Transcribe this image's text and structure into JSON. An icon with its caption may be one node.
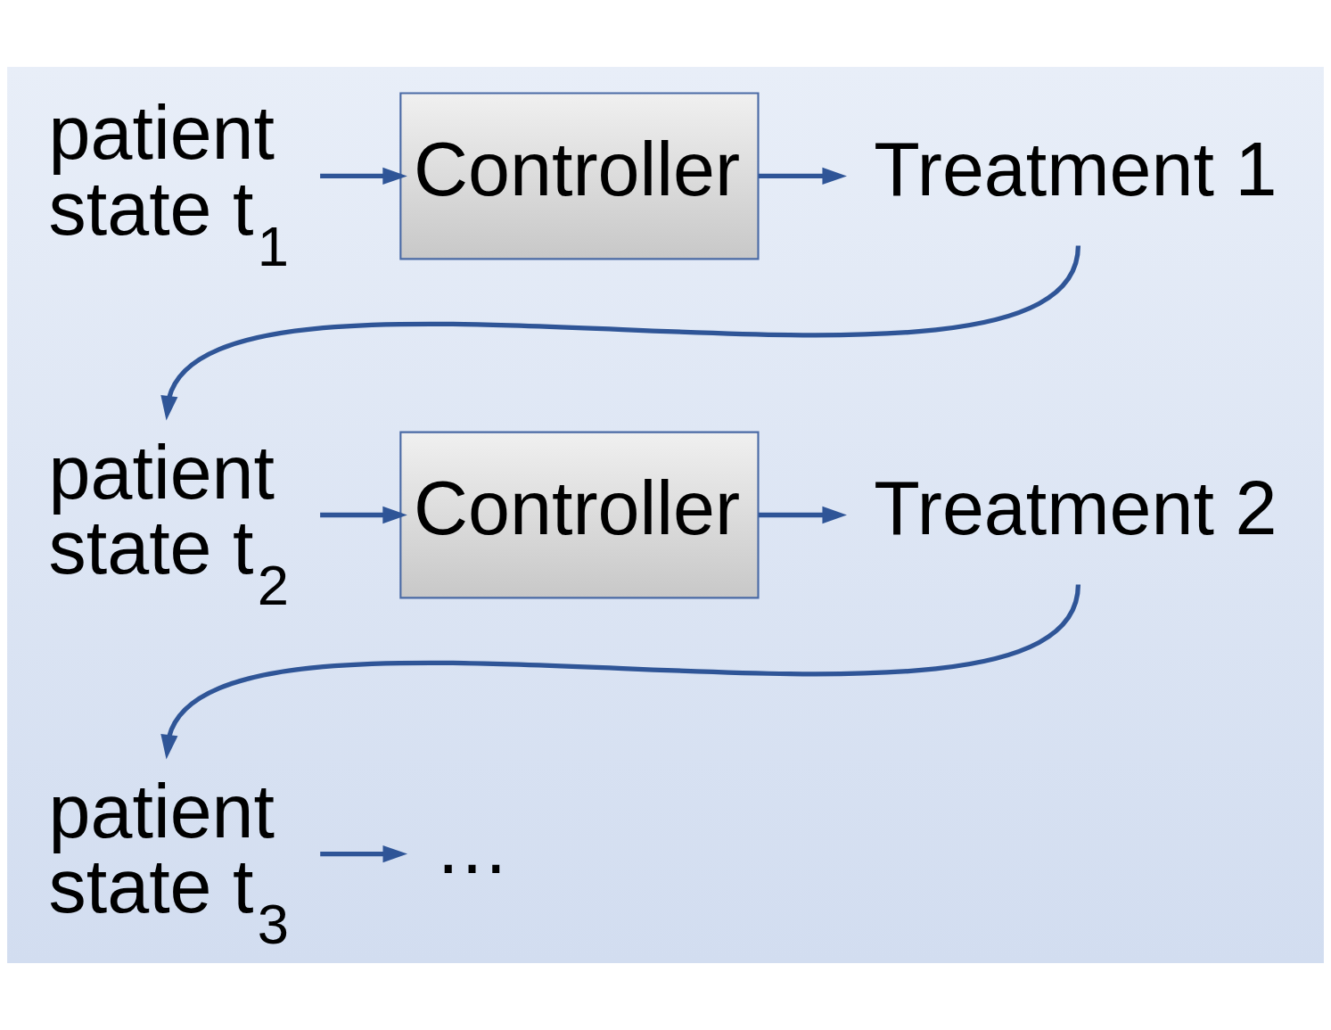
{
  "diagram": {
    "nodes": [
      {
        "text": [
          "patient state t$_{1}$"
        ]
      },
      {
        "text": [
          "Controller"
        ]
      },
      {
        "text": [
          "Treatment 1"
        ]
      },
      {
        "text": [
          "patient state t$_{2}$"
        ]
      },
      {
        "text": [
          "Controller"
        ]
      },
      {
        "text": [
          "Treatment 2"
        ]
      },
      {
        "text": [
          "patient state t$_{3}$"
        ]
      },
      {
        "text": [
          "…"
        ]
      }
    ],
    "edges": [
      {
        "from": 0,
        "to": 1,
        "arrow": "to"
      },
      {
        "from": 1,
        "to": 2,
        "arrow": "to"
      },
      {
        "from": 2,
        "to": 3,
        "arrow": "to"
      },
      {
        "from": 3,
        "to": 4,
        "arrow": "to"
      },
      {
        "from": 4,
        "to": 5,
        "arrow": "to"
      },
      {
        "from": 5,
        "to": 6,
        "arrow": "to"
      },
      {
        "from": 6,
        "to": 7,
        "arrow": "to"
      }
    ]
  }
}
